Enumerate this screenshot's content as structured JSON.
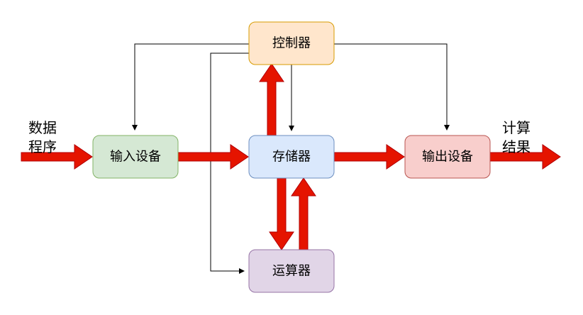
{
  "nodes": {
    "controller": {
      "label": "控制器",
      "fill": "#ffe6cc",
      "stroke": "#d79b00"
    },
    "input_device": {
      "label": "输入设备",
      "fill": "#d5e8d4",
      "stroke": "#82b366"
    },
    "memory": {
      "label": "存储器",
      "fill": "#dae8fc",
      "stroke": "#6c8ebf"
    },
    "output_device": {
      "label": "输出设备",
      "fill": "#f8cecc",
      "stroke": "#b85450"
    },
    "alu": {
      "label": "运算器",
      "fill": "#e1d5e7",
      "stroke": "#9673a6"
    }
  },
  "input_text": {
    "line1": "数据",
    "line2": "程序"
  },
  "output_text": {
    "line1": "计算",
    "line2": "结果"
  },
  "colors": {
    "data_arrow_fill": "#e51400",
    "data_arrow_stroke": "#b20000",
    "control_line": "#000000"
  }
}
